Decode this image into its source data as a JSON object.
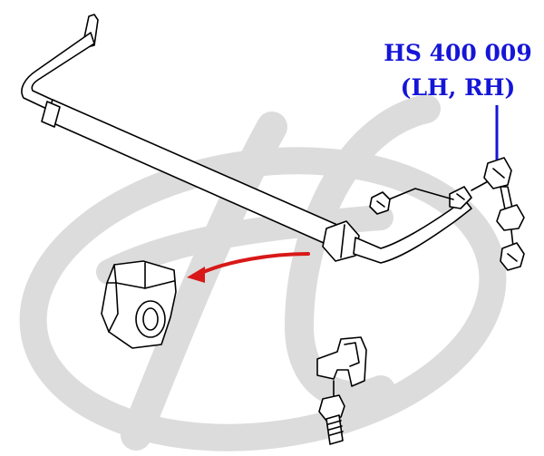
{
  "callout": {
    "part_number": "HS 400 009",
    "side": "(LH, RH)",
    "color": "#1515d8"
  },
  "colors": {
    "arrow": "#d81818",
    "watermark": "#d9d9d9",
    "line_art": "#000000"
  },
  "watermark": {
    "logo_text": "HS"
  }
}
